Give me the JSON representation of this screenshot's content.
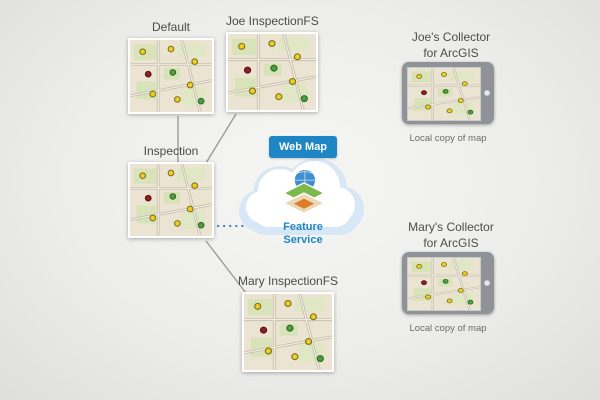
{
  "nodes": {
    "default": {
      "label": "Default"
    },
    "joe_fs": {
      "label": "Joe InspectionFS"
    },
    "inspection": {
      "label": "Inspection"
    },
    "mary_fs": {
      "label": "Mary InspectionFS"
    }
  },
  "web_map": {
    "badge": "Web Map",
    "feature_service": {
      "line1": "Feature",
      "line2": "Service"
    }
  },
  "devices": {
    "joe": {
      "title1": "Joe's Collector",
      "title2": "for ArcGIS",
      "caption": "Local copy of map"
    },
    "mary": {
      "title1": "Mary's Collector",
      "title2": "for ArcGIS",
      "caption": "Local copy of map"
    }
  },
  "colors": {
    "accent_blue": "#1f86c6",
    "connector_grey": "#9b9b9b",
    "dot_yellow": "#f2cf1d",
    "dot_green": "#4f9e3f",
    "dot_red": "#8e2020"
  }
}
